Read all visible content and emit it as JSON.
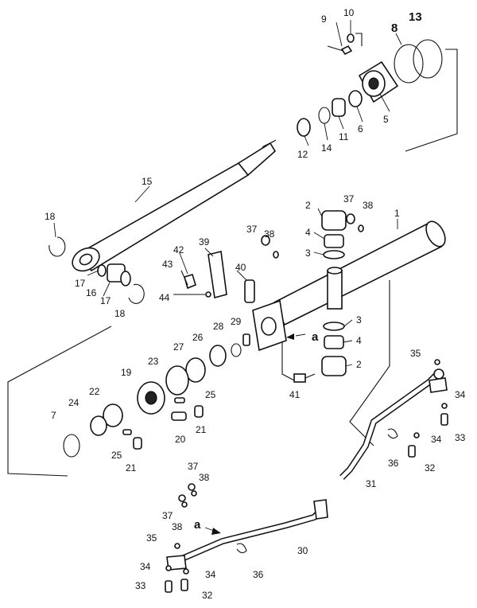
{
  "callouts": {
    "c1": "1",
    "c2a": "2",
    "c2b": "2",
    "c3a": "3",
    "c3b": "3",
    "c4a": "4",
    "c4b": "4",
    "c5": "5",
    "c6": "6",
    "c7": "7",
    "c8": "8",
    "c9": "9",
    "c10": "10",
    "c11": "11",
    "c12": "12",
    "c13": "13",
    "c14": "14",
    "c15": "15",
    "c16": "16",
    "c17a": "17",
    "c17b": "17",
    "c18a": "18",
    "c18b": "18",
    "c19": "19",
    "c20": "20",
    "c21a": "21",
    "c21b": "21",
    "c22": "22",
    "c23": "23",
    "c24": "24",
    "c25a": "25",
    "c25b": "25",
    "c26": "26",
    "c27": "27",
    "c28": "28",
    "c29": "29",
    "c30": "30",
    "c31": "31",
    "c32a": "32",
    "c32b": "32",
    "c33a": "33",
    "c33b": "33",
    "c34a": "34",
    "c34b": "34",
    "c34c": "34",
    "c34d": "34",
    "c35a": "35",
    "c35b": "35",
    "c36a": "36",
    "c36b": "36",
    "c37a": "37",
    "c37b": "37",
    "c37c": "37",
    "c37d": "37",
    "c38a": "38",
    "c38b": "38",
    "c38c": "38",
    "c38d": "38",
    "c39": "39",
    "c40": "40",
    "c41": "41",
    "c42": "42",
    "c43": "43",
    "c44": "44",
    "ca1": "a",
    "ca2": "a"
  }
}
